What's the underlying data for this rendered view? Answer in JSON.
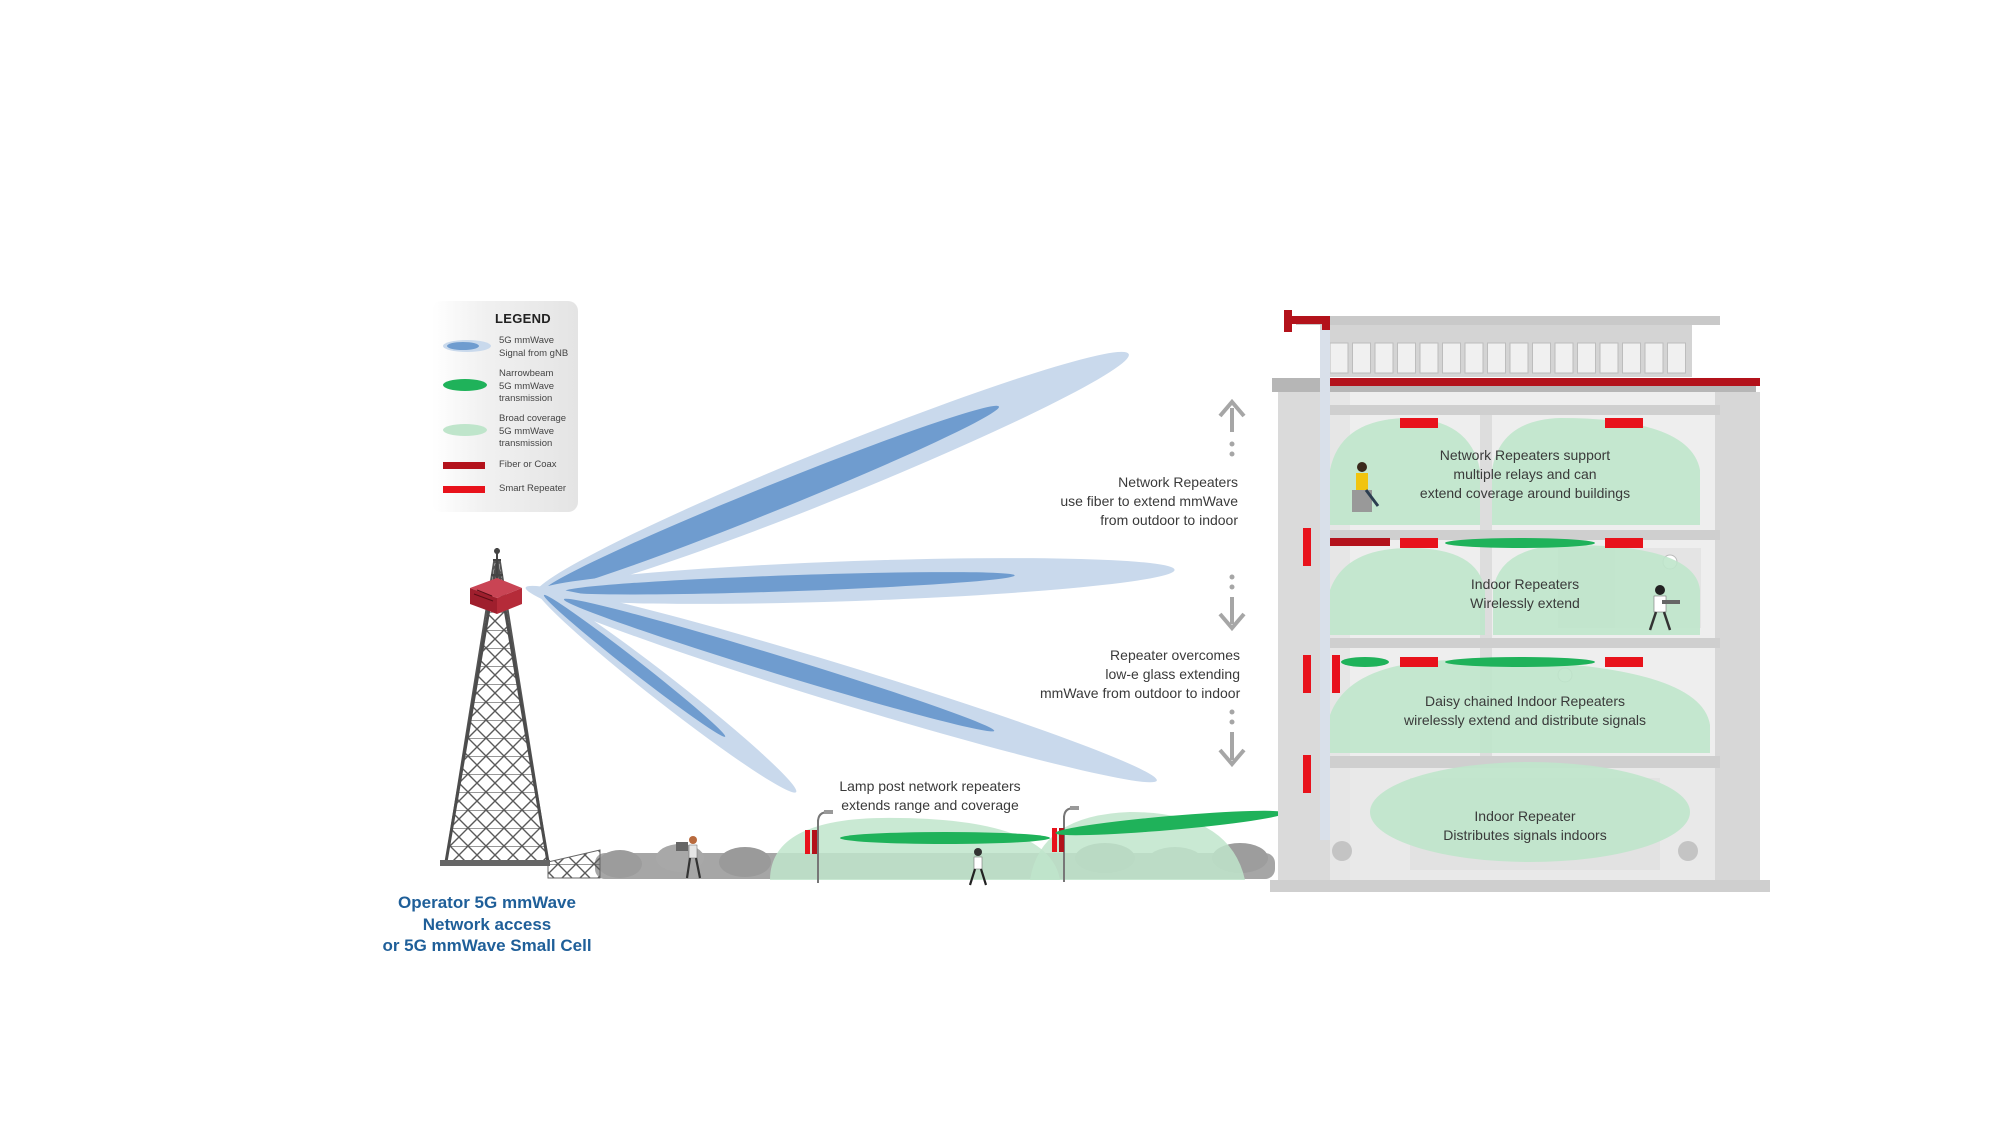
{
  "legend": {
    "title": "LEGEND",
    "items": [
      {
        "lines": [
          "5G mmWave",
          "Signal from gNB"
        ],
        "symbol": "blue-ellipse",
        "color": "#6f9ccf"
      },
      {
        "lines": [
          "Narrowbeam",
          "5G mmWave",
          "transmission"
        ],
        "symbol": "green-ellipse",
        "color": "#1fb25a"
      },
      {
        "lines": [
          "Broad coverage",
          "5G mmWave",
          "transmission"
        ],
        "symbol": "light-green-ellipse",
        "color": "#bfe5cb"
      },
      {
        "lines": [
          "Fiber or Coax"
        ],
        "symbol": "dark-red-bar",
        "color": "#b3121b"
      },
      {
        "lines": [
          "Smart Repeater"
        ],
        "symbol": "red-bar",
        "color": "#e8121b"
      }
    ]
  },
  "operator": {
    "lines": [
      "Operator 5G mmWave",
      "Network access",
      "or 5G mmWave Small Cell"
    ],
    "color": "#1f5f99"
  },
  "annotations": {
    "fiber": [
      "Network Repeaters",
      "use fiber to extend mmWave",
      "from outdoor to indoor"
    ],
    "glass": [
      "Repeater overcomes",
      "low-e glass extending",
      "mmWave from outdoor to indoor"
    ],
    "lamp": [
      "Lamp post network repeaters",
      "extends range and coverage"
    ]
  },
  "floors": {
    "top": [
      "Network Repeaters support",
      "multiple relays and can",
      "extend coverage around buildings"
    ],
    "second": [
      "Indoor Repeaters",
      "Wirelessly extend"
    ],
    "third": [
      "Daisy chained Indoor Repeaters",
      "wirelessly extend and distribute signals"
    ],
    "ground": [
      "Indoor Repeater",
      "Distributes signals indoors"
    ]
  },
  "colors": {
    "beam_outer": "#c9d9ec",
    "beam_inner": "#6f9ccf",
    "narrow_green": "#1fb25a",
    "coverage_green": "#bfe5cb",
    "fiber_red": "#b3121b",
    "repeater_red": "#e8121b",
    "building_gray": "#d9d9d9",
    "tower": "#555555"
  }
}
